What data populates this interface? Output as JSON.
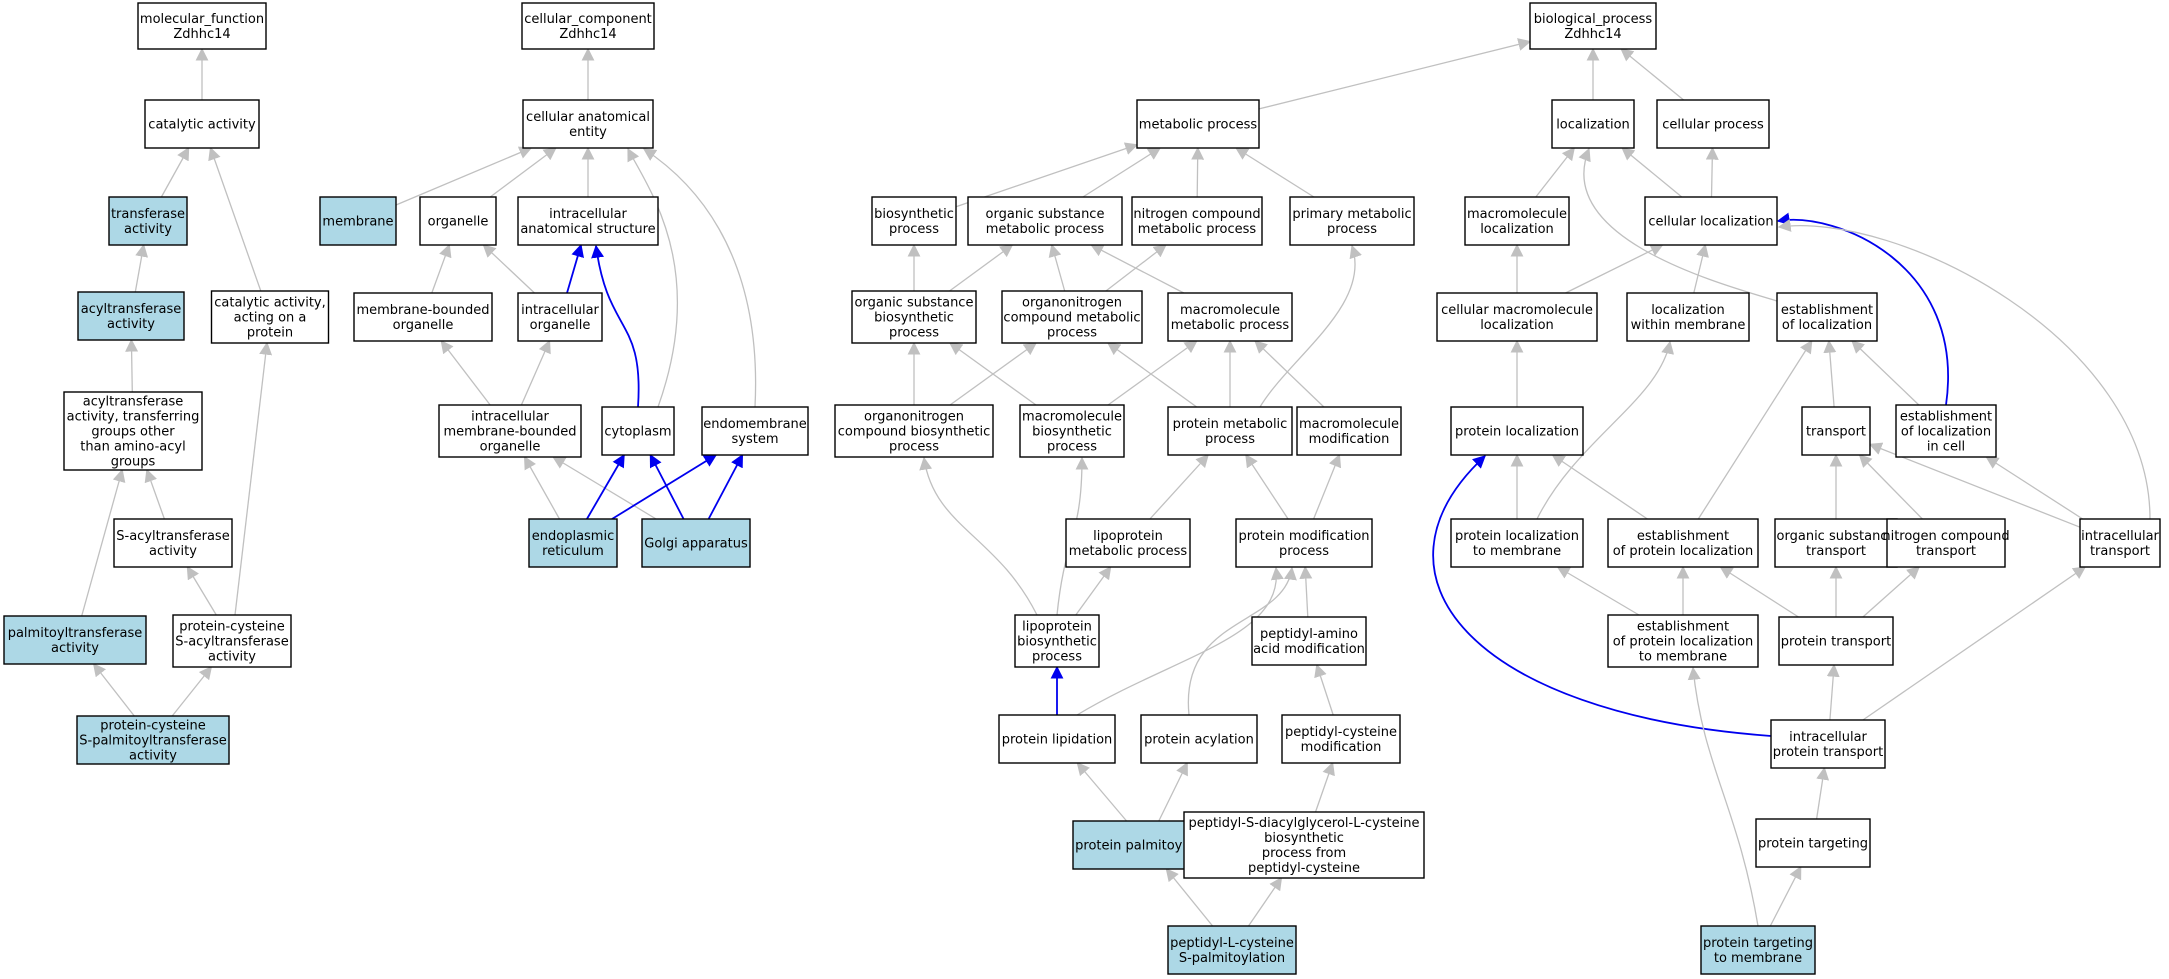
{
  "colors": {
    "highlight_fill": "#add8e6",
    "default_fill": "#ffffff",
    "node_stroke": "#000000",
    "edge_gray": "#c0c0c0",
    "edge_blue": "#0000ee"
  },
  "nodes": [
    {
      "id": "mf_root",
      "lines": [
        "molecular_function",
        "Zdhhc14"
      ],
      "highlight": false
    },
    {
      "id": "catalytic",
      "lines": [
        "catalytic activity"
      ],
      "highlight": false
    },
    {
      "id": "transferase",
      "lines": [
        "transferase",
        "activity"
      ],
      "highlight": true
    },
    {
      "id": "acyltransferase",
      "lines": [
        "acyltransferase",
        "activity"
      ],
      "highlight": true
    },
    {
      "id": "cat_protein",
      "lines": [
        "catalytic activity,",
        "acting on a",
        "protein"
      ],
      "highlight": false
    },
    {
      "id": "acyl_other",
      "lines": [
        "acyltransferase",
        "activity, transferring",
        "groups other",
        "than amino-acyl",
        "groups"
      ],
      "highlight": false
    },
    {
      "id": "s_acyl",
      "lines": [
        "S-acyltransferase",
        "activity"
      ],
      "highlight": false
    },
    {
      "id": "palmitoyl",
      "lines": [
        "palmitoyltransferase",
        "activity"
      ],
      "highlight": true
    },
    {
      "id": "pc_s_acyl",
      "lines": [
        "protein-cysteine",
        "S-acyltransferase",
        "activity"
      ],
      "highlight": false
    },
    {
      "id": "pc_s_palm",
      "lines": [
        "protein-cysteine",
        "S-palmitoyltransferase",
        "activity"
      ],
      "highlight": true
    },
    {
      "id": "cc_root",
      "lines": [
        "cellular_component",
        "Zdhhc14"
      ],
      "highlight": false
    },
    {
      "id": "cae",
      "lines": [
        "cellular anatomical",
        "entity"
      ],
      "highlight": false
    },
    {
      "id": "membrane",
      "lines": [
        "membrane"
      ],
      "highlight": true
    },
    {
      "id": "organelle",
      "lines": [
        "organelle"
      ],
      "highlight": false
    },
    {
      "id": "ias",
      "lines": [
        "intracellular",
        "anatomical structure"
      ],
      "highlight": false
    },
    {
      "id": "mbo",
      "lines": [
        "membrane-bounded",
        "organelle"
      ],
      "highlight": false
    },
    {
      "id": "io",
      "lines": [
        "intracellular",
        "organelle"
      ],
      "highlight": false
    },
    {
      "id": "imbo",
      "lines": [
        "intracellular",
        "membrane-bounded",
        "organelle"
      ],
      "highlight": false
    },
    {
      "id": "cytoplasm",
      "lines": [
        "cytoplasm"
      ],
      "highlight": false
    },
    {
      "id": "endomem",
      "lines": [
        "endomembrane",
        "system"
      ],
      "highlight": false
    },
    {
      "id": "er",
      "lines": [
        "endoplasmic",
        "reticulum"
      ],
      "highlight": true
    },
    {
      "id": "golgi",
      "lines": [
        "Golgi apparatus"
      ],
      "highlight": true
    },
    {
      "id": "metab",
      "lines": [
        "metabolic process"
      ],
      "highlight": false
    },
    {
      "id": "biosyn",
      "lines": [
        "biosynthetic",
        "process"
      ],
      "highlight": false
    },
    {
      "id": "osmp",
      "lines": [
        "organic substance",
        "metabolic process"
      ],
      "highlight": false
    },
    {
      "id": "ncmp",
      "lines": [
        "nitrogen compound",
        "metabolic process"
      ],
      "highlight": false
    },
    {
      "id": "pmp",
      "lines": [
        "primary metabolic",
        "process"
      ],
      "highlight": false
    },
    {
      "id": "osbp",
      "lines": [
        "organic substance",
        "biosynthetic",
        "process"
      ],
      "highlight": false
    },
    {
      "id": "oncmp",
      "lines": [
        "organonitrogen",
        "compound metabolic",
        "process"
      ],
      "highlight": false
    },
    {
      "id": "mmp",
      "lines": [
        "macromolecule",
        "metabolic process"
      ],
      "highlight": false
    },
    {
      "id": "oncbp",
      "lines": [
        "organonitrogen",
        "compound biosynthetic",
        "process"
      ],
      "highlight": false
    },
    {
      "id": "mbp",
      "lines": [
        "macromolecule",
        "biosynthetic",
        "process"
      ],
      "highlight": false
    },
    {
      "id": "protmp",
      "lines": [
        "protein metabolic",
        "process"
      ],
      "highlight": false
    },
    {
      "id": "mmod",
      "lines": [
        "macromolecule",
        "modification"
      ],
      "highlight": false
    },
    {
      "id": "lipomp",
      "lines": [
        "lipoprotein",
        "metabolic process"
      ],
      "highlight": false
    },
    {
      "id": "protmod",
      "lines": [
        "protein modification",
        "process"
      ],
      "highlight": false
    },
    {
      "id": "lipobp",
      "lines": [
        "lipoprotein",
        "biosynthetic",
        "process"
      ],
      "highlight": false
    },
    {
      "id": "pepmod",
      "lines": [
        "peptidyl-amino",
        "acid modification"
      ],
      "highlight": false
    },
    {
      "id": "protlip",
      "lines": [
        "protein lipidation"
      ],
      "highlight": false
    },
    {
      "id": "protacyl",
      "lines": [
        "protein acylation"
      ],
      "highlight": false
    },
    {
      "id": "pepcys",
      "lines": [
        "peptidyl-cysteine",
        "modification"
      ],
      "highlight": false
    },
    {
      "id": "protpalm",
      "lines": [
        "protein palmitoylation"
      ],
      "highlight": true
    },
    {
      "id": "pepsdiacyl",
      "lines": [
        "peptidyl-S-diacylglycerol-L-cysteine",
        "biosynthetic",
        "process from",
        "peptidyl-cysteine"
      ],
      "highlight": false
    },
    {
      "id": "peplcys",
      "lines": [
        "peptidyl-L-cysteine",
        "S-palmitoylation"
      ],
      "highlight": true
    },
    {
      "id": "bp_root",
      "lines": [
        "biological_process",
        "Zdhhc14"
      ],
      "highlight": false
    },
    {
      "id": "localization",
      "lines": [
        "localization"
      ],
      "highlight": false
    },
    {
      "id": "cellproc",
      "lines": [
        "cellular process"
      ],
      "highlight": false
    },
    {
      "id": "mmloc",
      "lines": [
        "macromolecule",
        "localization"
      ],
      "highlight": false
    },
    {
      "id": "cellloc",
      "lines": [
        "cellular localization"
      ],
      "highlight": false
    },
    {
      "id": "cmmloc",
      "lines": [
        "cellular macromolecule",
        "localization"
      ],
      "highlight": false
    },
    {
      "id": "locwm",
      "lines": [
        "localization",
        "within membrane"
      ],
      "highlight": false
    },
    {
      "id": "estloc",
      "lines": [
        "establishment",
        "of localization"
      ],
      "highlight": false
    },
    {
      "id": "protloc",
      "lines": [
        "protein localization"
      ],
      "highlight": false
    },
    {
      "id": "transport",
      "lines": [
        "transport"
      ],
      "highlight": false
    },
    {
      "id": "estlocell",
      "lines": [
        "establishment",
        "of localization",
        "in cell"
      ],
      "highlight": false
    },
    {
      "id": "protlocmem",
      "lines": [
        "protein localization",
        "to membrane"
      ],
      "highlight": false
    },
    {
      "id": "estprotloc",
      "lines": [
        "establishment",
        "of protein localization"
      ],
      "highlight": false
    },
    {
      "id": "ostransport",
      "lines": [
        "organic substance",
        "transport"
      ],
      "highlight": false
    },
    {
      "id": "nctransport",
      "lines": [
        "nitrogen compound",
        "transport"
      ],
      "highlight": false
    },
    {
      "id": "ictransport",
      "lines": [
        "intracellular",
        "transport"
      ],
      "highlight": false
    },
    {
      "id": "estprotlocmem",
      "lines": [
        "establishment",
        "of protein localization",
        "to membrane"
      ],
      "highlight": false
    },
    {
      "id": "prottransport",
      "lines": [
        "protein transport"
      ],
      "highlight": false
    },
    {
      "id": "icprottransport",
      "lines": [
        "intracellular",
        "protein transport"
      ],
      "highlight": false
    },
    {
      "id": "prottarget",
      "lines": [
        "protein targeting"
      ],
      "highlight": false
    },
    {
      "id": "prottargetmem",
      "lines": [
        "protein targeting",
        "to membrane"
      ],
      "highlight": true
    }
  ],
  "edges": [
    {
      "from": "catalytic",
      "to": "mf_root",
      "color": "gray"
    },
    {
      "from": "transferase",
      "to": "catalytic",
      "color": "gray"
    },
    {
      "from": "cat_protein",
      "to": "catalytic",
      "color": "gray"
    },
    {
      "from": "acyltransferase",
      "to": "transferase",
      "color": "gray"
    },
    {
      "from": "acyl_other",
      "to": "acyltransferase",
      "color": "gray"
    },
    {
      "from": "s_acyl",
      "to": "acyl_other",
      "color": "gray"
    },
    {
      "from": "palmitoyl",
      "to": "acyl_other",
      "color": "gray"
    },
    {
      "from": "pc_s_acyl",
      "to": "s_acyl",
      "color": "gray"
    },
    {
      "from": "pc_s_acyl",
      "to": "cat_protein",
      "color": "gray"
    },
    {
      "from": "pc_s_palm",
      "to": "palmitoyl",
      "color": "gray"
    },
    {
      "from": "pc_s_palm",
      "to": "pc_s_acyl",
      "color": "gray"
    },
    {
      "from": "cae",
      "to": "cc_root",
      "color": "gray"
    },
    {
      "from": "membrane",
      "to": "cae",
      "color": "gray"
    },
    {
      "from": "organelle",
      "to": "cae",
      "color": "gray"
    },
    {
      "from": "ias",
      "to": "cae",
      "color": "gray"
    },
    {
      "from": "cytoplasm",
      "to": "cae",
      "color": "gray"
    },
    {
      "from": "endomem",
      "to": "cae",
      "color": "gray"
    },
    {
      "from": "mbo",
      "to": "organelle",
      "color": "gray"
    },
    {
      "from": "io",
      "to": "organelle",
      "color": "gray"
    },
    {
      "from": "io",
      "to": "ias",
      "color": "blue"
    },
    {
      "from": "cytoplasm",
      "to": "ias",
      "color": "blue"
    },
    {
      "from": "imbo",
      "to": "mbo",
      "color": "gray"
    },
    {
      "from": "imbo",
      "to": "io",
      "color": "gray"
    },
    {
      "from": "er",
      "to": "imbo",
      "color": "gray"
    },
    {
      "from": "golgi",
      "to": "imbo",
      "color": "gray"
    },
    {
      "from": "er",
      "to": "cytoplasm",
      "color": "blue"
    },
    {
      "from": "golgi",
      "to": "cytoplasm",
      "color": "blue"
    },
    {
      "from": "er",
      "to": "endomem",
      "color": "blue"
    },
    {
      "from": "golgi",
      "to": "endomem",
      "color": "blue"
    },
    {
      "from": "metab",
      "to": "bp_root",
      "color": "gray"
    },
    {
      "from": "biosyn",
      "to": "metab",
      "color": "gray"
    },
    {
      "from": "osmp",
      "to": "metab",
      "color": "gray"
    },
    {
      "from": "ncmp",
      "to": "metab",
      "color": "gray"
    },
    {
      "from": "pmp",
      "to": "metab",
      "color": "gray"
    },
    {
      "from": "osbp",
      "to": "biosyn",
      "color": "gray"
    },
    {
      "from": "osbp",
      "to": "osmp",
      "color": "gray"
    },
    {
      "from": "oncmp",
      "to": "osmp",
      "color": "gray"
    },
    {
      "from": "oncmp",
      "to": "ncmp",
      "color": "gray"
    },
    {
      "from": "mmp",
      "to": "osmp",
      "color": "gray"
    },
    {
      "from": "oncbp",
      "to": "osbp",
      "color": "gray"
    },
    {
      "from": "oncbp",
      "to": "oncmp",
      "color": "gray"
    },
    {
      "from": "mbp",
      "to": "osbp",
      "color": "gray"
    },
    {
      "from": "mbp",
      "to": "mmp",
      "color": "gray"
    },
    {
      "from": "protmp",
      "to": "oncmp",
      "color": "gray"
    },
    {
      "from": "protmp",
      "to": "mmp",
      "color": "gray"
    },
    {
      "from": "protmp",
      "to": "pmp",
      "color": "gray"
    },
    {
      "from": "mmod",
      "to": "mmp",
      "color": "gray"
    },
    {
      "from": "lipomp",
      "to": "protmp",
      "color": "gray"
    },
    {
      "from": "protmod",
      "to": "protmp",
      "color": "gray"
    },
    {
      "from": "protmod",
      "to": "mmod",
      "color": "gray"
    },
    {
      "from": "lipobp",
      "to": "oncbp",
      "color": "gray"
    },
    {
      "from": "lipobp",
      "to": "mbp",
      "color": "gray"
    },
    {
      "from": "lipobp",
      "to": "lipomp",
      "color": "gray"
    },
    {
      "from": "pepmod",
      "to": "protmod",
      "color": "gray"
    },
    {
      "from": "protlip",
      "to": "lipobp",
      "color": "blue"
    },
    {
      "from": "protlip",
      "to": "protmod",
      "color": "gray"
    },
    {
      "from": "protacyl",
      "to": "protmod",
      "color": "gray"
    },
    {
      "from": "pepcys",
      "to": "pepmod",
      "color": "gray"
    },
    {
      "from": "protpalm",
      "to": "protlip",
      "color": "gray"
    },
    {
      "from": "protpalm",
      "to": "protacyl",
      "color": "gray"
    },
    {
      "from": "pepsdiacyl",
      "to": "pepcys",
      "color": "gray"
    },
    {
      "from": "peplcys",
      "to": "protpalm",
      "color": "gray"
    },
    {
      "from": "peplcys",
      "to": "pepsdiacyl",
      "color": "gray"
    },
    {
      "from": "localization",
      "to": "bp_root",
      "color": "gray"
    },
    {
      "from": "cellproc",
      "to": "bp_root",
      "color": "gray"
    },
    {
      "from": "mmloc",
      "to": "localization",
      "color": "gray"
    },
    {
      "from": "cellloc",
      "to": "localization",
      "color": "gray"
    },
    {
      "from": "estloc",
      "to": "localization",
      "color": "gray"
    },
    {
      "from": "cellloc",
      "to": "cellproc",
      "color": "gray"
    },
    {
      "from": "cmmloc",
      "to": "mmloc",
      "color": "gray"
    },
    {
      "from": "cmmloc",
      "to": "cellloc",
      "color": "gray"
    },
    {
      "from": "locwm",
      "to": "cellloc",
      "color": "gray"
    },
    {
      "from": "estlocell",
      "to": "cellloc",
      "color": "blue"
    },
    {
      "from": "estlocell",
      "to": "estloc",
      "color": "gray"
    },
    {
      "from": "protloc",
      "to": "cmmloc",
      "color": "gray"
    },
    {
      "from": "transport",
      "to": "estloc",
      "color": "gray"
    },
    {
      "from": "protlocmem",
      "to": "protloc",
      "color": "gray"
    },
    {
      "from": "protlocmem",
      "to": "locwm",
      "color": "gray"
    },
    {
      "from": "estprotloc",
      "to": "protloc",
      "color": "gray"
    },
    {
      "from": "estprotloc",
      "to": "estloc",
      "color": "gray"
    },
    {
      "from": "ostransport",
      "to": "transport",
      "color": "gray"
    },
    {
      "from": "nctransport",
      "to": "transport",
      "color": "gray"
    },
    {
      "from": "ictransport",
      "to": "transport",
      "color": "gray"
    },
    {
      "from": "ictransport",
      "to": "estlocell",
      "color": "gray"
    },
    {
      "from": "ictransport",
      "to": "cellloc",
      "color": "gray"
    },
    {
      "from": "estprotlocmem",
      "to": "protlocmem",
      "color": "gray"
    },
    {
      "from": "estprotlocmem",
      "to": "estprotloc",
      "color": "gray"
    },
    {
      "from": "prottransport",
      "to": "estprotloc",
      "color": "gray"
    },
    {
      "from": "prottransport",
      "to": "ostransport",
      "color": "gray"
    },
    {
      "from": "prottransport",
      "to": "nctransport",
      "color": "gray"
    },
    {
      "from": "icprottransport",
      "to": "prottransport",
      "color": "gray"
    },
    {
      "from": "icprottransport",
      "to": "ictransport",
      "color": "gray"
    },
    {
      "from": "icprottransport",
      "to": "protloc",
      "color": "blue"
    },
    {
      "from": "prottarget",
      "to": "icprottransport",
      "color": "gray"
    },
    {
      "from": "prottargetmem",
      "to": "prottarget",
      "color": "gray"
    },
    {
      "from": "prottargetmem",
      "to": "estprotlocmem",
      "color": "gray"
    }
  ]
}
